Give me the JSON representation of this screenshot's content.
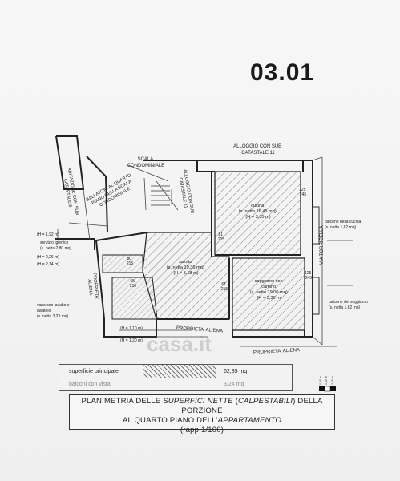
{
  "sheet_number": "03.01",
  "labels": {
    "neighbor_top": "ALLOGGIO CON SUB\nCATASTALE 11",
    "neighbor_left": "ABITAZIONE CON SUB\nCATASTALE 8",
    "scala": "SCALA\nCONDOMINIALE",
    "ballatoio": "BALLATOIO AL QUARTO\nPIANO DELLA SCALA\nCONDOMINIALE",
    "alloggio_sub": "ALLOGGIO CON SUB\nCATASTALE 11",
    "proprieta_aliena_left": "PROPRIETA'\nALIENA",
    "proprieta_aliena_bottom": "PROPRIETA' ALIENA",
    "proprieta_aliena_bottom2": "PROPRIETA' ALIENA",
    "via": "VIA TORRICELLA"
  },
  "rooms": {
    "cucina": "cucina\n(s. netta 16,45 mq)\n(H = 3,35 m)",
    "soggiorno": "soggiorno con\ncamino\n(s. netta 19,00 mq)\n(H = 3,35 m)",
    "salotto": "salotto\n(s. netta 19,36 mq)\n(H = 3,18 m)",
    "servizio": "servizio igienico\n(s. netta 2,80 mq)",
    "vano": "vano con lavabo e\nlavatoio\n(s. netta 3,23 mq)",
    "balcone_cucina": "balcone della cucina\n(s. netta 1,62 mq)",
    "balcone_soggiorno": "balcone del soggiorno\n(s. netta 1,62 mq)"
  },
  "heights": {
    "h1": "(H = 1,92 m)",
    "h2": "(H = 2,26 m)",
    "h3": "(H = 2,14 m)",
    "h4": "(H = 1,10 m)",
    "h5": "(H = 1,20 m)"
  },
  "doors": {
    "d1": "125\n245",
    "d2": "81\n215",
    "d3": "61\n215",
    "d4": "125\n245",
    "d5": "80\n215",
    "d6": "65\n210"
  },
  "legend": {
    "row1_label": "superficie principale",
    "row1_value": "62,85 mq",
    "row2_label": "balconi con vista",
    "row2_value": "3,24 mq"
  },
  "scale_bar": {
    "t0": "0,00 m",
    "t1": "1,00 m",
    "t2": "2,00 m"
  },
  "title": {
    "p1": "PLANIMETRIA DELLE ",
    "p1_it": "SUPERFICI NETTE",
    "p1_b": " (",
    "p1_it2": "CALPESTABILI",
    "p1_c": ") DELLA PORZIONE",
    "p2": "AL QUARTO PIANO DELL'",
    "p2_it": "APPARTAMENTO",
    "p3": "(rapp.1/100)"
  },
  "watermark": "casa.it"
}
